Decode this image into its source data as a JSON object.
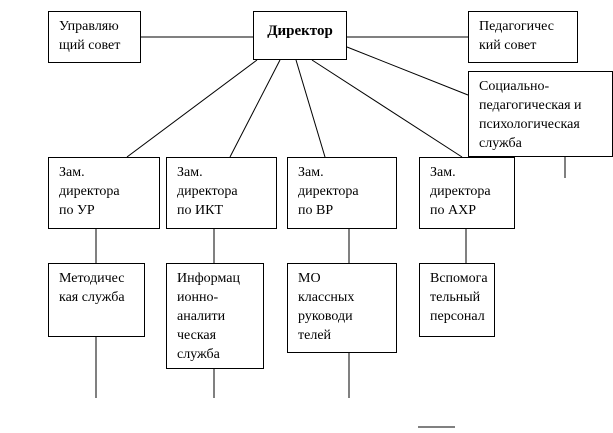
{
  "top": {
    "council": "Управляю\nщий совет",
    "director": "Директор",
    "pedagogical": "Педагогичес\nкий совет",
    "social_service": "Социально-\nпедагогическая и\nпсихологическая\nслужба"
  },
  "deputies": [
    {
      "label": "Зам.\nдиректора\nпо УР"
    },
    {
      "label": "Зам.\nдиректора\nпо ИКТ"
    },
    {
      "label": "Зам.\nдиректора\nпо ВР"
    },
    {
      "label": "Зам.\nдиректора\nпо АХР"
    }
  ],
  "services": [
    {
      "label": "Методичес\nкая служба"
    },
    {
      "label": "Информац\nионно-\nаналити\nческая\nслужба"
    },
    {
      "label": "МО\nклассных\nруководи\nтелей"
    },
    {
      "label": "Вспомога\nтельный\nперсонал"
    }
  ]
}
